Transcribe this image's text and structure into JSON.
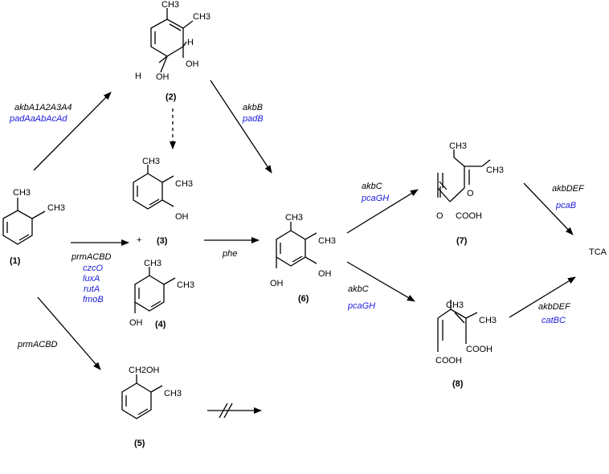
{
  "compounds": {
    "c1": {
      "number": "(1)",
      "methyl": "CH3"
    },
    "c2": {
      "number": "(2)",
      "methyl": "CH3",
      "h": "H",
      "oh": "OH"
    },
    "c3": {
      "number": "(3)",
      "methyl": "CH3",
      "oh": "OH",
      "plus": "+"
    },
    "c4": {
      "number": "(4)",
      "methyl": "CH3",
      "oh": "OH"
    },
    "c5": {
      "number": "(5)",
      "ch2oh": "CH2OH",
      "methyl": "CH3"
    },
    "c6": {
      "number": "(6)",
      "methyl": "CH3",
      "oh": "OH"
    },
    "c7": {
      "number": "(7)",
      "methyl": "CH3",
      "o": "O",
      "cooh": "COOH"
    },
    "c8": {
      "number": "(8)",
      "methyl": "CH3",
      "cooh": "COOH"
    },
    "tca": "TCA"
  },
  "genes": {
    "to2": {
      "black": "akbA1A2A3A4",
      "blue": "padAaAbAcAd"
    },
    "to3": {
      "black": "prmACBD",
      "blue": [
        "czcO",
        "luxA",
        "rutA",
        "fmoB"
      ]
    },
    "to5": {
      "black": "prmACBD"
    },
    "to6_from2": {
      "black": "akbB",
      "blue": "padB"
    },
    "to6_from3": {
      "black": "phe"
    },
    "to7": {
      "black": "akbC",
      "blue": "pcaGH"
    },
    "to8": {
      "black": "akbC",
      "blue": "pcaGH"
    },
    "tca_from7": {
      "black": "akbDEF",
      "blue": "pcaB"
    },
    "tca_from8": {
      "black": "akbDEF",
      "blue": "catBC"
    }
  }
}
